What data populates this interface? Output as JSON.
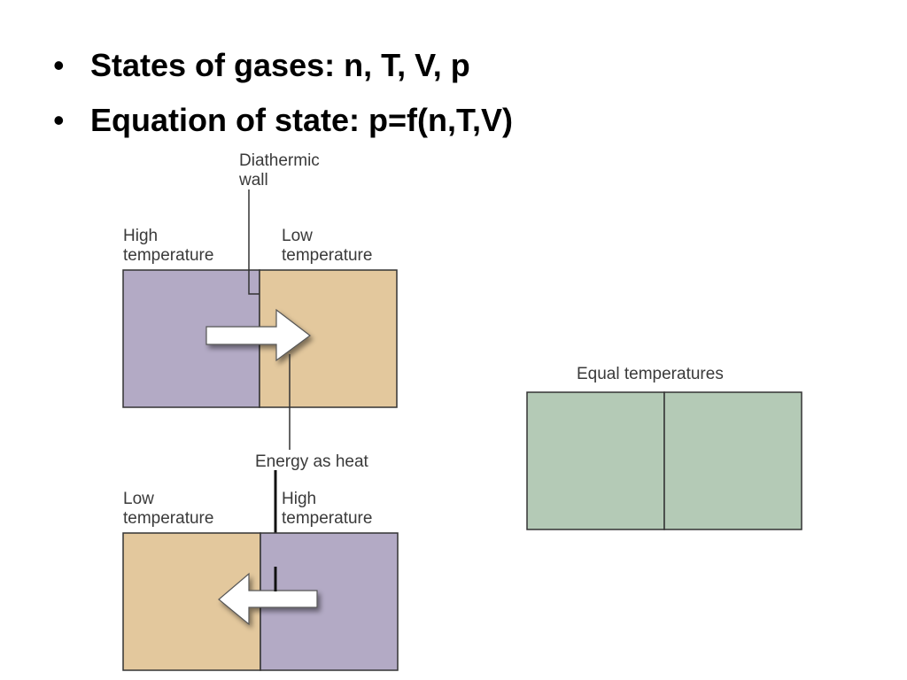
{
  "bullets": [
    {
      "text": "States of gases: n, T, V, p"
    },
    {
      "text": "Equation of state: p=f(n,T,V)"
    }
  ],
  "diagram": {
    "diathermic_wall_label": [
      "Diathermic",
      "wall"
    ],
    "energy_label": "Energy as heat",
    "equal_label": "Equal temperatures",
    "top_left_label": [
      "High",
      "temperature"
    ],
    "top_right_label": [
      "Low",
      "temperature"
    ],
    "bottom_left_label": [
      "Low",
      "temperature"
    ],
    "bottom_right_label": [
      "High",
      "temperature"
    ],
    "colors": {
      "high_temperature": "#b3aac5",
      "low_temperature": "#e3c89d",
      "equal_temperature": "#b4cab6",
      "outline": "#333333"
    }
  }
}
